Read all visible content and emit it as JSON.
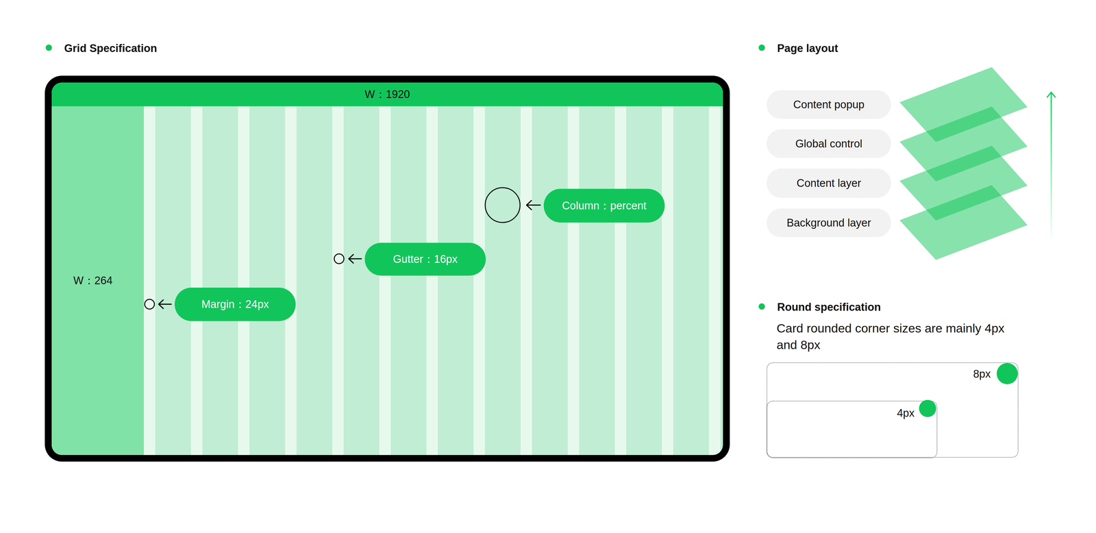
{
  "diagram": {
    "nodes": [
      {
        "text": [
          "W：1920"
        ]
      },
      {
        "text": [
          "W：264"
        ]
      },
      {
        "text": [
          "Column：percent"
        ]
      },
      {
        "text": [
          "Gutter：16px"
        ]
      },
      {
        "text": [
          "Margin：24px"
        ]
      },
      {
        "text": [
          "Content popup"
        ]
      },
      {
        "text": [
          "Global control"
        ]
      },
      {
        "text": [
          "Content layer"
        ]
      },
      {
        "text": [
          "Background layer"
        ]
      },
      {
        "text": [
          "8px"
        ]
      },
      {
        "text": [
          "4px"
        ],
        "in": 9
      }
    ],
    "labels": [
      "Grid Specification",
      "Page layout",
      "Round specification",
      "Card rounded corner sizes are mainly 4px and 8px"
    ]
  }
}
